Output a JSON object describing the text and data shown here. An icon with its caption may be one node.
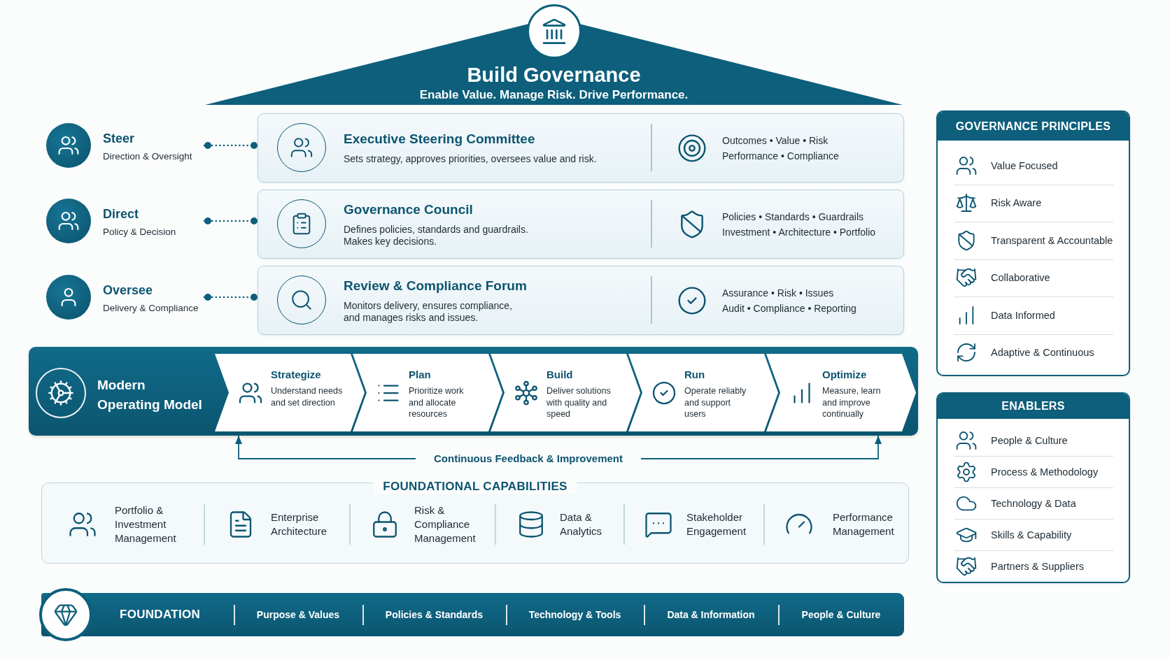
{
  "diagram": {
    "nodes": [
      {
        "text": [
          "Build Governance",
          "Enable Value. Manage Risk. Drive Performance."
        ]
      },
      {
        "text": [
          "Steer",
          "Direction & Oversight"
        ]
      },
      {
        "text": [
          "Executive Steering Committee",
          "Sets strategy, approves priorities, oversees value and risk.",
          "Outcomes • Value • Risk",
          "Performance • Compliance"
        ]
      },
      {
        "text": [
          "Direct",
          "Policy & Decision"
        ]
      },
      {
        "text": [
          "Governance Council",
          "Defines policies, standards and guardrails. Makes key decisions.",
          "Policies • Standards • Guardrails",
          "Investment • Architecture • Portfolio"
        ]
      },
      {
        "text": [
          "Oversee",
          "Delivery & Compliance"
        ]
      },
      {
        "text": [
          "Review & Compliance Forum",
          "Monitors delivery, ensures compliance, and manages risks and issues.",
          "Assurance • Risk • Issues",
          "Audit • Compliance • Reporting"
        ]
      },
      {
        "text": [
          "Modern Operating Model"
        ]
      },
      {
        "text": [
          "Strategize",
          "Understand needs and set direction"
        ],
        "in": 7
      },
      {
        "text": [
          "Plan",
          "Prioritize work and allocate resources"
        ],
        "in": 7
      },
      {
        "text": [
          "Build",
          "Deliver solutions with quality and speed"
        ],
        "in": 7
      },
      {
        "text": [
          "Run",
          "Operate reliably and support users"
        ],
        "in": 7
      },
      {
        "text": [
          "Optimize",
          "Measure, learn and improve continually"
        ],
        "in": 7
      },
      {
        "text": [
          "FOUNDATIONAL CAPABILITIES",
          "Portfolio & Investment Management",
          "Enterprise Architecture",
          "Risk & Compliance Management",
          "Data & Analytics",
          "Stakeholder Engagement",
          "Performance Management"
        ]
      },
      {
        "text": [
          "FOUNDATION",
          "Purpose & Values",
          "Policies & Standards",
          "Technology & Tools",
          "Data & Information",
          "People & Culture"
        ]
      },
      {
        "text": [
          "GOVERNANCE PRINCIPLES",
          "Value Focused",
          "Risk Aware",
          "Transparent & Accountable",
          "Collaborative",
          "Data Informed",
          "Adaptive & Continuous"
        ]
      },
      {
        "text": [
          "ENABLERS",
          "People & Culture",
          "Process & Methodology",
          "Technology & Data",
          "Skills & Capability",
          "Partners & Suppliers"
        ]
      }
    ],
    "edges": [
      {
        "from": 1,
        "to": 2,
        "arrow": "other",
        "style": "dashed"
      },
      {
        "from": 3,
        "to": 4,
        "arrow": "other",
        "style": "dashed"
      },
      {
        "from": 5,
        "to": 6,
        "arrow": "other",
        "style": "dashed"
      },
      {
        "from": 12,
        "to": 8,
        "arrow": "both",
        "label": "Continuous Feedback & Improvement"
      }
    ]
  }
}
